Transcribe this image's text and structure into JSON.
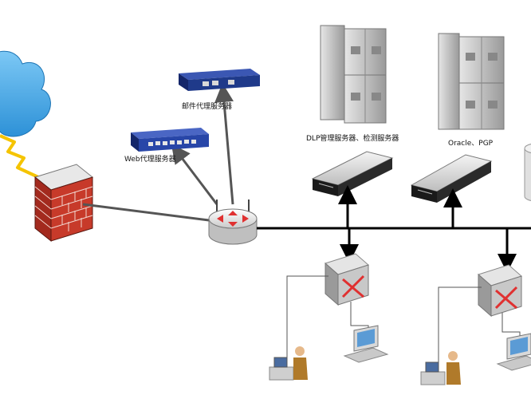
{
  "labels": {
    "mail_proxy": "邮件代理服务器",
    "web_proxy": "Web代理服务器",
    "dlp_server": "DLP管理服务器、检测服务器",
    "oracle_pgp": "Oracle、PGP"
  },
  "colors": {
    "cloud": "#3aa0e0",
    "firewall_brick": "#c0392b",
    "switch_blue": "#1f3a8a",
    "router_arrow": "#e03030",
    "network_line": "#000000",
    "link_gray": "#555555",
    "lightning": "#f5c400"
  }
}
